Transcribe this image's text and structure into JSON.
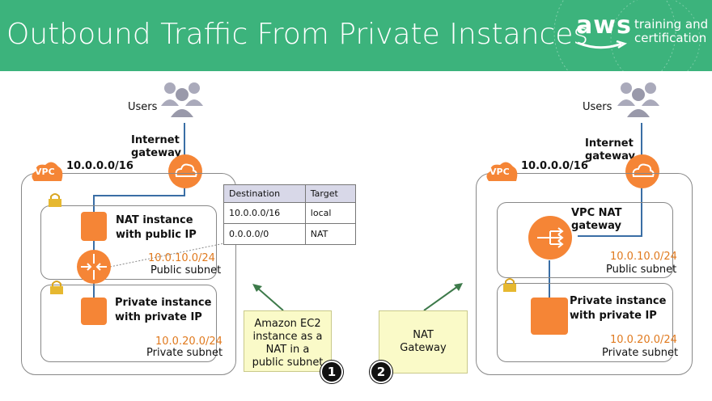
{
  "header": {
    "title": "Outbound Traffic From Private Instances",
    "logo_word": "aws",
    "logo_sub_line1": "training and",
    "logo_sub_line2": "certification"
  },
  "left": {
    "users_label": "Users",
    "igw_line1": "Internet",
    "igw_line2": "gateway",
    "vpc_badge": "VPC",
    "vpc_cidr": "10.0.0.0/16",
    "nat_line1": "NAT instance",
    "nat_line2": "with public IP",
    "public_cidr": "10.0.10.0/24",
    "public_label": "Public subnet",
    "private_line1": "Private instance",
    "private_line2": "with private IP",
    "private_cidr": "10.0.20.0/24",
    "private_label": "Private subnet"
  },
  "route_table": {
    "headers": [
      "Destination",
      "Target"
    ],
    "rows": [
      [
        "10.0.0.0/16",
        "local"
      ],
      [
        "0.0.0.0/0",
        "NAT"
      ]
    ]
  },
  "notes": {
    "note1_lines": [
      "Amazon EC2",
      "instance as a",
      "NAT in a",
      "public subnet"
    ],
    "note2_lines": [
      "NAT",
      "Gateway"
    ],
    "badge1": "1",
    "badge2": "2"
  },
  "right": {
    "users_label": "Users",
    "igw_line1": "Internet",
    "igw_line2": "gateway",
    "vpc_badge": "VPC",
    "vpc_cidr": "10.0.0.0/16",
    "natgw_line1": "VPC NAT",
    "natgw_line2": "gateway",
    "public_cidr": "10.0.10.0/24",
    "public_label": "Public subnet",
    "private_line1": "Private instance",
    "private_line2": "with private IP",
    "private_cidr": "10.0.20.0/24",
    "private_label": "Private subnet"
  },
  "colors": {
    "header_green": "#3cb37c",
    "aws_orange": "#f58536",
    "cidr_orange": "#e07a1f",
    "link_blue": "#3a6ea5",
    "note_yellow": "#fafac8",
    "arrow_green": "#3d7a4a"
  },
  "icons": [
    "users-icon",
    "cloud-icon",
    "vpc-cloud-icon",
    "lock-icon",
    "router-icon",
    "nat-gateway-icon"
  ]
}
